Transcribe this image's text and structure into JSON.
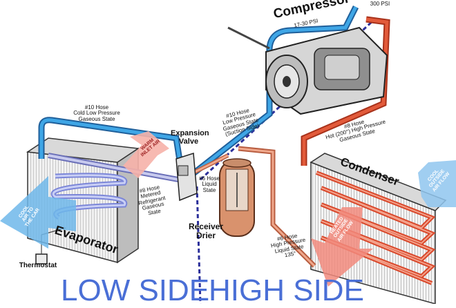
{
  "diagram": {
    "components": {
      "compressor": "Compressor",
      "condenser": "Condenser",
      "evaporator": "Evaporator",
      "expansion_valve": "Expansion\nValve",
      "receiver_drier": "Receiver\nDrier",
      "thermostat": "Thermostat"
    },
    "pressures": {
      "low_psi": "17-30 PSI",
      "high_psi": "300 PSI"
    },
    "hoses": {
      "hose10_evap": "#10 Hose\nCold Low Pressure\nGaseous State",
      "hose10_suction": "#10 Hose\nLow Pressure\nGaseous State\n(Suction Side)",
      "hose8_high": "#8 Hose\nHot (200°) High Pressure\nGaseous State",
      "hose8_metered": "#8 Hose\nMetered\nRefrigerant\nGaseous\nState",
      "hose6_liquid": "#6 Hose\nLiquid\nState",
      "hose6_high": "#6 Hose\nHigh Pressure\nLiquid State\n135°"
    },
    "airflow": {
      "warm_inlet": "WARM\nINLET AIR",
      "cool_to_car": "COOL\nAIR TO\nTHE CAR",
      "cool_outside": "COOL\nOUTSIDE\nAIR FLOW",
      "heated_outside": "HEATED\nOUTSIDE\nAIR FLOW"
    },
    "sides": {
      "low": "LOW SIDE",
      "high": "HIGH SIDE"
    },
    "colors": {
      "low_line": "#2a8fd0",
      "high_line": "#d9482b",
      "liquid_line": "#e98b6a",
      "divider": "#2b2f9a",
      "side_text": "#4a6fd6"
    }
  }
}
